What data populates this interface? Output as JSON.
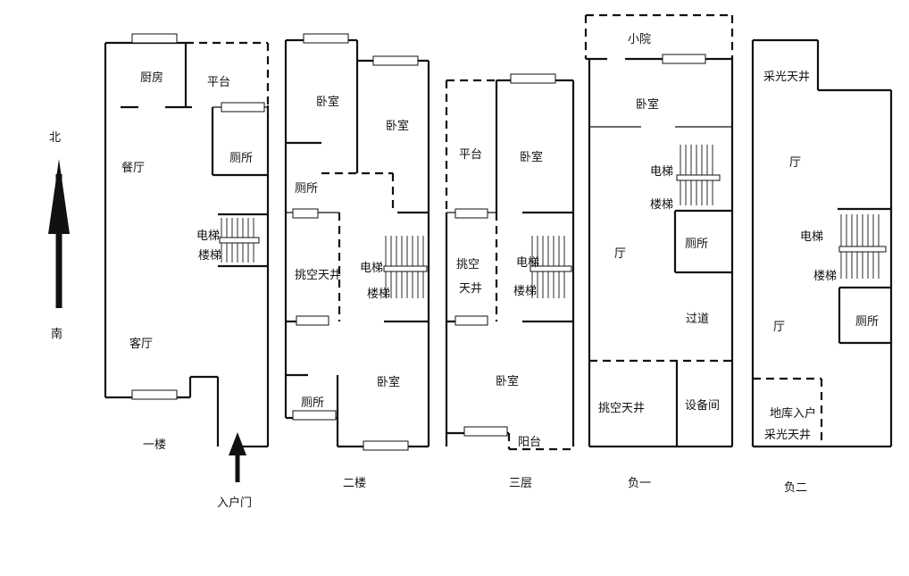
{
  "compass": {
    "north": "北",
    "south": "南"
  },
  "entrance": "入户门",
  "floors": [
    {
      "title": "一楼",
      "rooms": [
        "厨房",
        "平台",
        "厕所",
        "餐厅",
        "电梯",
        "楼梯",
        "客厅"
      ]
    },
    {
      "title": "二楼",
      "rooms": [
        "卧室",
        "卧室",
        "厕所",
        "挑空天井",
        "电梯",
        "楼梯",
        "厕所",
        "卧室"
      ]
    },
    {
      "title": "三层",
      "rooms": [
        "平台",
        "卧室",
        "挑空",
        "天井",
        "电梯",
        "楼梯",
        "卧室",
        "阳台"
      ]
    },
    {
      "title": "负一",
      "rooms": [
        "小院",
        "卧室",
        "电梯",
        "楼梯",
        "厅",
        "厕所",
        "过道",
        "挑空天井",
        "设备间"
      ]
    },
    {
      "title": "负二",
      "rooms": [
        "采光天井",
        "厅",
        "电梯",
        "楼梯",
        "厕所",
        "厅",
        "地库入户",
        "采光天井"
      ]
    }
  ]
}
